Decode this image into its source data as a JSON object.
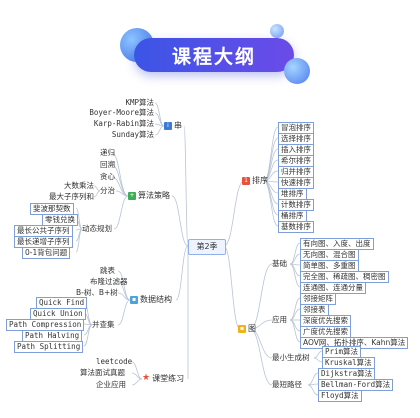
{
  "title": "课程大纲",
  "center": "第2季",
  "colors": {
    "line": "#b9c4d6",
    "badge_string": "#3a7bd5",
    "badge_sort": "#e8513b",
    "badge_strategy": "#3cae55",
    "badge_struct": "#4aa3df",
    "badge_graph": "#f2b01e",
    "badge_practice": "#e8513b"
  },
  "branches": {
    "string": {
      "label": "串",
      "icon": "info-icon",
      "items": [
        "KMP算法",
        "Boyer-Moore算法",
        "Karp-Rabin算法",
        "Sunday算法"
      ]
    },
    "sort": {
      "label": "排序",
      "icon": "number-badge-icon",
      "items": [
        "冒泡排序",
        "选择排序",
        "插入排序",
        "希尔排序",
        "归并排序",
        "快速排序",
        "堆排序",
        "计数排序",
        "桶排序",
        "基数排序"
      ]
    },
    "strategy": {
      "label": "算法策略",
      "icon": "plus-icon",
      "items_top": [
        "递归",
        "回溯",
        "贪心"
      ],
      "divide": {
        "label": "分治",
        "items": [
          "大数乘法",
          "最大子序列和"
        ]
      },
      "dp": {
        "label": "动态规划",
        "items": [
          "斐波那契数",
          "零钱兑换",
          "最长公共子序列",
          "最长递增子序列",
          "0-1背包问题"
        ]
      }
    },
    "structure": {
      "label": "数据结构",
      "icon": "square-icon",
      "items_top": [
        "跳表",
        "布隆过滤器",
        "B-树、B+树"
      ],
      "union": {
        "label": "并查集",
        "items": [
          "Quick Find",
          "Quick Union",
          "Path Compression",
          "Path Halving",
          "Path Splitting"
        ]
      }
    },
    "practice": {
      "label": "课堂练习",
      "icon": "star-icon",
      "items": [
        "leetcode",
        "算法面试真题",
        "企业应用"
      ]
    },
    "graph": {
      "label": "图",
      "icon": "square-icon",
      "basics": {
        "label": "基础",
        "items": [
          "有向图、入度、出度",
          "无向图、混合图",
          "简单图、多重图",
          "完全图、稀疏图、稠密图",
          "连通图、连通分量"
        ]
      },
      "applications": {
        "label": "应用",
        "items": [
          "邻接矩阵",
          "邻接表",
          "深度优先搜索",
          "广度优先搜索",
          "AOV网、拓扑排序、Kahn算法"
        ]
      },
      "mst": {
        "label": "最小生成树",
        "items": [
          "Prim算法",
          "Kruskal算法"
        ]
      },
      "shortest": {
        "label": "最短路径",
        "items": [
          "Dijkstra算法",
          "Bellman-Ford算法",
          "Floyd算法"
        ]
      }
    }
  }
}
